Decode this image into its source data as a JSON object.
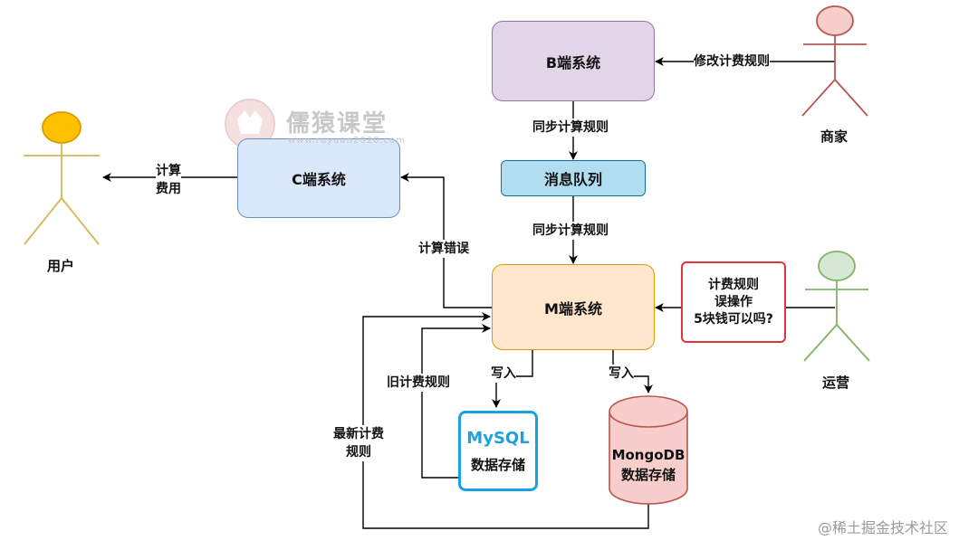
{
  "systems": {
    "b": "B端系统",
    "c": "C端系统",
    "mq": "消息队列",
    "m": "M端系统"
  },
  "actors": {
    "merchant": "商家",
    "user": "用户",
    "ops": "运营"
  },
  "edges": {
    "modify_rules": "修改计费规则",
    "sync_rules_1": "同步计算规则",
    "sync_rules_2": "同步计算规则",
    "calc_fee_1": "计算",
    "calc_fee_2": "费用",
    "calc_error": "计算错误",
    "write_mysql": "写入",
    "write_mongo": "写入",
    "old_rules": "旧计费规则",
    "new_rules_1": "最新计费",
    "new_rules_2": "规则"
  },
  "error_note": {
    "line1": "计费规则",
    "line2": "误操作",
    "line3": "5块钱可以吗?"
  },
  "storage": {
    "mysql_logo": "MySQL",
    "mysql_label": "数据存储",
    "mongo_name": "MongoDB",
    "mongo_label": "数据存储"
  },
  "watermark": {
    "brand": "儒猿课堂",
    "url": "www.ruyuan2020.com"
  },
  "credit": "@稀土掘金技术社区",
  "colors": {
    "b_fill": "#e1d5e7",
    "b_stroke": "#9673a6",
    "c_fill": "#dae8fc",
    "c_stroke": "#6c8ebf",
    "mq_fill": "#b1ddf0",
    "mq_stroke": "#10739e",
    "m_fill": "#ffe6cc",
    "m_stroke": "#d79b00",
    "merchant": "#b85450",
    "user": "#d6b656",
    "ops": "#82b366",
    "error_stroke": "#e0323c",
    "mysql": "#1ba1e2",
    "mongo_fill": "#f8cecc",
    "mongo_stroke": "#b85450"
  }
}
